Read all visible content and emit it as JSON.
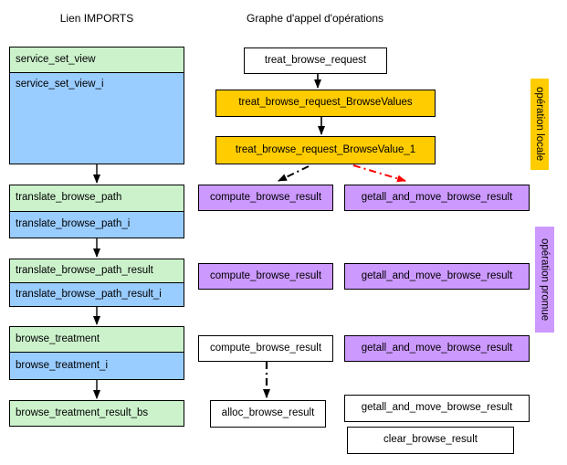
{
  "colors": {
    "green": "#ccf2cc",
    "blue": "#99ccff",
    "gold": "#ffcc00",
    "purple": "#cc99ff",
    "red": "#ff0000",
    "black": "#000000"
  },
  "imports": {
    "title": "Lien IMPORTS",
    "stacks": [
      {
        "top": "service_set_view",
        "bottom": "service_set_view_i"
      },
      {
        "top": "translate_browse_path",
        "bottom": "translate_browse_path_i"
      },
      {
        "top": "translate_browse_path_result",
        "bottom": "translate_browse_path_result_i"
      },
      {
        "top": "browse_treatment",
        "bottom": "browse_treatment_i"
      }
    ],
    "final": "browse_treatment_result_bs"
  },
  "call_graph": {
    "title": "Graphe d'appel d'opérations",
    "root": "treat_browse_request",
    "local_ops": [
      "treat_browse_request_BrowseValues",
      "treat_browse_request_BrowseValue_1"
    ],
    "compute_rows": [
      "compute_browse_result",
      "compute_browse_result",
      "compute_browse_result"
    ],
    "getall_rows": [
      "getall_and_move_browse_result",
      "getall_and_move_browse_result",
      "getall_and_move_browse_result",
      "getall_and_move_browse_result"
    ],
    "alloc": "alloc_browse_result",
    "clear": "clear_browse_result"
  },
  "legend": {
    "local_label": "opération locale",
    "promoted_label": "opération promue"
  }
}
